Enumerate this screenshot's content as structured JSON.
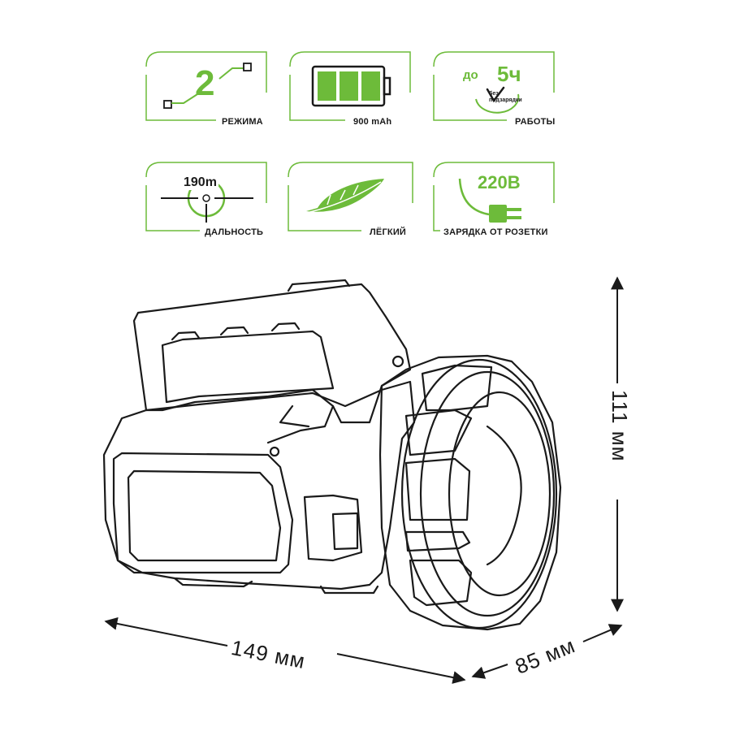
{
  "features": [
    {
      "id": "modes",
      "number": "2",
      "label": "РЕЖИМА"
    },
    {
      "id": "battery",
      "label": "900 mAh"
    },
    {
      "id": "runtime",
      "prefix": "до",
      "number": "5ч",
      "note": "без подзарядки",
      "label": "РАБОТЫ"
    },
    {
      "id": "range",
      "number": "190m",
      "label": "ДАЛЬНОСТЬ"
    },
    {
      "id": "light",
      "label": "ЛЁГКИЙ"
    },
    {
      "id": "charging",
      "number": "220В",
      "label": "ЗАРЯДКА ОТ РОЗЕТКИ"
    }
  ],
  "dimensions": {
    "length": "149 мм",
    "depth": "85 мм",
    "height": "111 мм"
  },
  "colors": {
    "accent": "#6dbb3a",
    "line": "#1a1a1a"
  },
  "icons": [
    "mode-switch-icon",
    "battery-icon",
    "clock-icon",
    "crosshair-icon",
    "feather-icon",
    "plug-icon"
  ]
}
